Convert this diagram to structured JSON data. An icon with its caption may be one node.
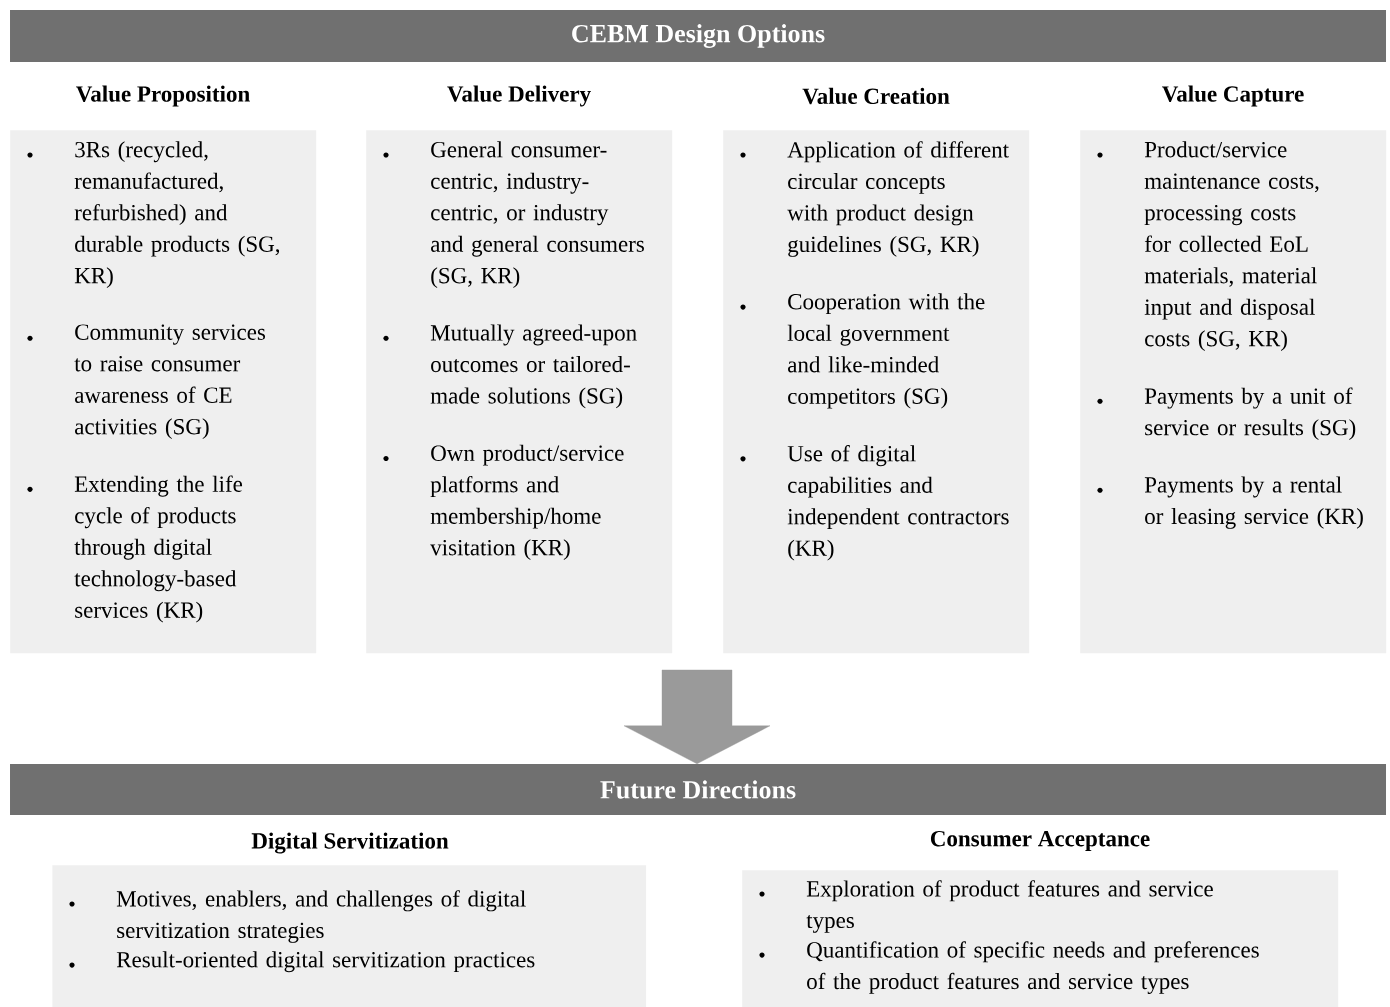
{
  "diagram": {
    "nodes": [
      {
        "text": [
          "CEBM Design Options"
        ]
      },
      {
        "text": [
          "Value Proposition",
          "3Rs (recycled, remanufactured, refurbished) and durable products (SG, KR)",
          "Community services to raise consumer awareness of CE activities (SG)",
          "Extending the life cycle of products through digital technology-based services (KR)"
        ]
      },
      {
        "text": [
          "Value Delivery",
          "General consumer-centric, industry-centric, or industry and general consumers (SG, KR)",
          "Mutually agreed-upon outcomes or tailored-made solutions (SG)",
          "Own product/service platforms and membership/home visitation (KR)"
        ]
      },
      {
        "text": [
          "Value Creation",
          "Application of different circular concepts with product design guidelines (SG, KR)",
          "Cooperation with the local government and like-minded competitors (SG)",
          "Use of digital capabilities and independent contractors (KR)"
        ]
      },
      {
        "text": [
          "Value Capture",
          "Product/service maintenance costs, processing costs for collected EoL materials, material input and disposal costs (SG, KR)",
          "Payments by a unit of service or results (SG)",
          "Payments by a rental or leasing service (KR)"
        ]
      },
      {
        "text": [
          "Future Directions"
        ]
      },
      {
        "text": [
          "Digital Servitization",
          "Motives, enablers, and challenges of digital servitization strategies",
          "Result-oriented digital servitization practices"
        ]
      },
      {
        "text": [
          "Consumer Acceptance",
          "Exploration of product features and service types",
          "Quantification of specific needs and preferences of the product features and service types"
        ]
      }
    ],
    "edges": [
      {
        "from": null,
        "to": 5,
        "arrow": "to"
      }
    ]
  }
}
